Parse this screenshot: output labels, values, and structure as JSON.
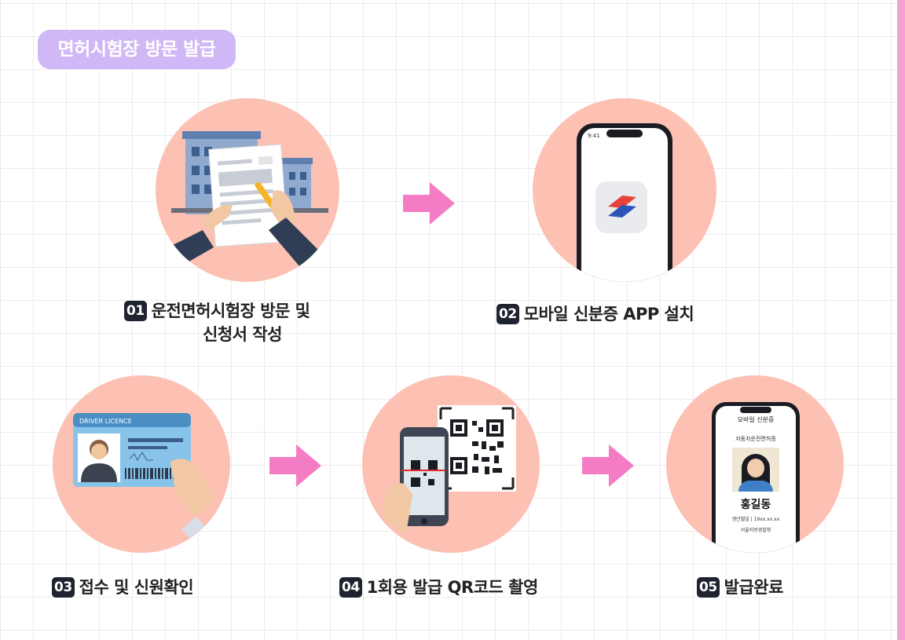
{
  "header": {
    "title": "면허시험장 방문 발급"
  },
  "steps": [
    {
      "num": "01",
      "line1": "운전면허시험장 방문 및",
      "line2": "신청서 작성"
    },
    {
      "num": "02",
      "line1": "모바일 신분증 APP 설치"
    },
    {
      "num": "03",
      "line1": "접수 및 신원확인"
    },
    {
      "num": "04",
      "line1": "1회용 발급 QR코드 촬영"
    },
    {
      "num": "05",
      "line1": "발급완료"
    }
  ],
  "license_card": {
    "header": "DRIVER LICENCE"
  },
  "mobile_id": {
    "app_title": "모바일 신분증",
    "card_type": "자동차운전면허증",
    "name": "홍길동",
    "birth": "생년월일 | 19xx.xx.xx",
    "issuer": "서울지방경찰청"
  },
  "icons": [
    "arrow-right-icon",
    "app-logo-icon",
    "qr-code-icon"
  ],
  "colors": {
    "circle": "#fcc1b3",
    "arrow": "#f47cc5",
    "badge": "#cfb8f5",
    "side_bar": "#f3a2d2",
    "number_badge": "#1f2330"
  }
}
